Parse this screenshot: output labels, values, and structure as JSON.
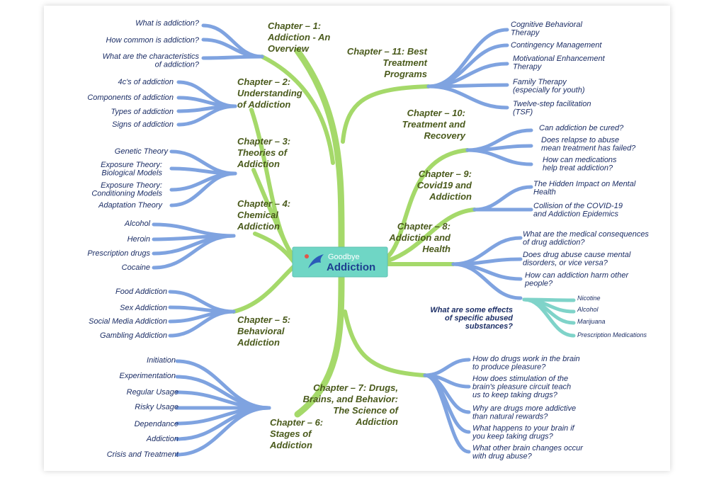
{
  "center": {
    "line1": "Goodbye",
    "line2": "Addiction"
  },
  "colors": {
    "branch": "#a5d96a",
    "leaf": "#7fa3e0",
    "sub": "#7fd3c9",
    "center": "#6fd6c5",
    "chapter": "#4a5a1c",
    "text": "#1c2e66"
  },
  "chapters": [
    {
      "id": "ch1",
      "lines": [
        "Chapter – 1:",
        "Addiction - An",
        "Overview"
      ],
      "leaves": [
        {
          "lines": [
            "What is addiction?"
          ]
        },
        {
          "lines": [
            "How common is addiction?"
          ]
        },
        {
          "lines": [
            "What are the characteristics",
            "of addiction?"
          ]
        }
      ]
    },
    {
      "id": "ch2",
      "lines": [
        "Chapter – 2:",
        "Understanding",
        "of Addiction"
      ],
      "leaves": [
        {
          "lines": [
            "4c's of addiction"
          ]
        },
        {
          "lines": [
            "Components of addiction"
          ]
        },
        {
          "lines": [
            "Types of addiction"
          ]
        },
        {
          "lines": [
            "Signs of addiction"
          ]
        }
      ]
    },
    {
      "id": "ch3",
      "lines": [
        "Chapter – 3:",
        "Theories of",
        "Addiction"
      ],
      "leaves": [
        {
          "lines": [
            "Genetic Theory"
          ]
        },
        {
          "lines": [
            "Exposure Theory:",
            "Biological Models"
          ]
        },
        {
          "lines": [
            "Exposure Theory:",
            "Conditioning Models"
          ]
        },
        {
          "lines": [
            "Adaptation Theory"
          ]
        }
      ]
    },
    {
      "id": "ch4",
      "lines": [
        "Chapter – 4:",
        "Chemical",
        "Addiction"
      ],
      "leaves": [
        {
          "lines": [
            "Alcohol"
          ]
        },
        {
          "lines": [
            "Heroin"
          ]
        },
        {
          "lines": [
            "Prescription drugs"
          ]
        },
        {
          "lines": [
            "Cocaine"
          ]
        }
      ]
    },
    {
      "id": "ch5",
      "lines": [
        "Chapter – 5:",
        "Behavioral",
        "Addiction"
      ],
      "leaves": [
        {
          "lines": [
            "Food Addiction"
          ]
        },
        {
          "lines": [
            "Sex Addiction"
          ]
        },
        {
          "lines": [
            "Social Media Addiction"
          ]
        },
        {
          "lines": [
            "Gambling Addiction"
          ]
        }
      ]
    },
    {
      "id": "ch6",
      "lines": [
        "Chapter – 6:",
        "Stages of",
        "Addiction"
      ],
      "leaves": [
        {
          "lines": [
            "Initiation"
          ]
        },
        {
          "lines": [
            "Experimentation"
          ]
        },
        {
          "lines": [
            "Regular Usage"
          ]
        },
        {
          "lines": [
            "Risky Usage"
          ]
        },
        {
          "lines": [
            "Dependance"
          ]
        },
        {
          "lines": [
            "Addiction"
          ]
        },
        {
          "lines": [
            "Crisis and Treatment"
          ]
        }
      ]
    },
    {
      "id": "ch7",
      "lines": [
        "Chapter – 7: Drugs,",
        "Brains, and Behavior:",
        "The Science of",
        "Addiction"
      ],
      "leaves": [
        {
          "lines": [
            "How do drugs work in the brain",
            "to produce pleasure?"
          ]
        },
        {
          "lines": [
            "How does stimulation of the",
            "brain's pleasure circuit teach",
            "us to keep taking drugs?"
          ]
        },
        {
          "lines": [
            "Why are drugs more addictive",
            "than natural rewards?"
          ]
        },
        {
          "lines": [
            "What happens to your brain if",
            "you keep taking drugs?"
          ]
        },
        {
          "lines": [
            "What other brain changes occur",
            "with drug abuse?"
          ]
        }
      ]
    },
    {
      "id": "ch8",
      "lines": [
        "Chapter – 8:",
        "Addiction and",
        "Health"
      ],
      "leaves": [
        {
          "lines": [
            "What are the medical consequences",
            "of drug addiction?"
          ]
        },
        {
          "lines": [
            "Does drug abuse cause mental",
            "disorders, or vice versa?"
          ]
        },
        {
          "lines": [
            "How can addiction harm other",
            "people?"
          ]
        },
        {
          "lines": [
            "What are some effects",
            "of specific abused",
            "substances?"
          ],
          "subs": [
            "Nicotine",
            "Alcohol",
            "Marijuana",
            "Prescription Medications"
          ]
        }
      ]
    },
    {
      "id": "ch9",
      "lines": [
        "Chapter – 9:",
        "Covid19 and",
        "Addiction"
      ],
      "leaves": [
        {
          "lines": [
            "The Hidden Impact on Mental",
            "Health"
          ]
        },
        {
          "lines": [
            "Collision of the COVID-19",
            "and Addiction Epidemics"
          ]
        }
      ]
    },
    {
      "id": "ch10",
      "lines": [
        "Chapter – 10:",
        "Treatment and",
        "Recovery"
      ],
      "leaves": [
        {
          "lines": [
            "Can addiction be cured?"
          ]
        },
        {
          "lines": [
            "Does relapse to abuse",
            "mean treatment has failed?"
          ]
        },
        {
          "lines": [
            "How can medications",
            "help treat addiction?"
          ]
        }
      ]
    },
    {
      "id": "ch11",
      "lines": [
        "Chapter – 11: Best",
        "Treatment",
        "Programs"
      ],
      "leaves": [
        {
          "lines": [
            "Cognitive Behavioral",
            "Therapy"
          ]
        },
        {
          "lines": [
            "Contingency Management"
          ]
        },
        {
          "lines": [
            "Motivational Enhancement",
            "Therapy"
          ]
        },
        {
          "lines": [
            "Family Therapy",
            "(especially for youth)"
          ]
        },
        {
          "lines": [
            "Twelve-step facilitation",
            "(TSF)"
          ]
        }
      ]
    }
  ]
}
